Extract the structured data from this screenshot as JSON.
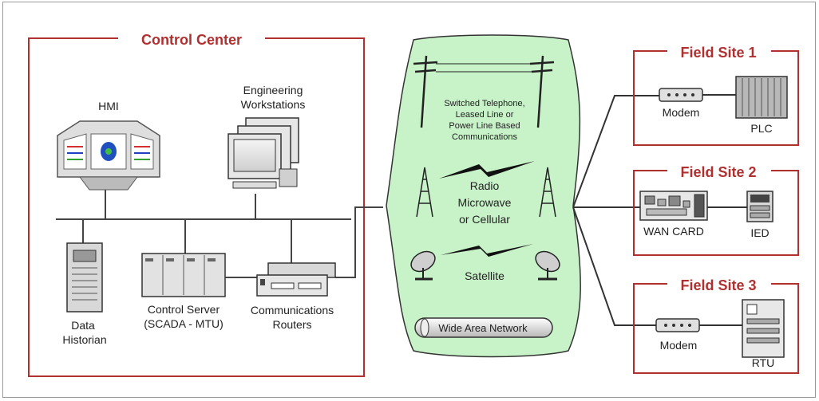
{
  "control_center": {
    "title": "Control Center",
    "hmi": "HMI",
    "eng_line1": "Engineering",
    "eng_line2": "Workstations",
    "historian_line1": "Data",
    "historian_line2": "Historian",
    "server_line1": "Control Server",
    "server_line2": "(SCADA - MTU)",
    "comm_line1": "Communications",
    "comm_line2": "Routers"
  },
  "wan": {
    "telephone": [
      "Switched Telephone,",
      "Leased Line or",
      "Power Line Based",
      "Communications"
    ],
    "radio": [
      "Radio",
      "Microwave",
      "or Cellular"
    ],
    "satellite": "Satellite",
    "network": "Wide Area Network"
  },
  "field_sites": [
    {
      "title": "Field Site 1",
      "device_a": "Modem",
      "device_b": "PLC"
    },
    {
      "title": "Field Site 2",
      "device_a": "WAN CARD",
      "device_b": "IED"
    },
    {
      "title": "Field Site 3",
      "device_a": "Modem",
      "device_b": "RTU"
    }
  ],
  "colors": {
    "frame": "#b03030",
    "title": "#b03030",
    "cloud_fill": "#c8f2c8",
    "line": "#333333"
  }
}
